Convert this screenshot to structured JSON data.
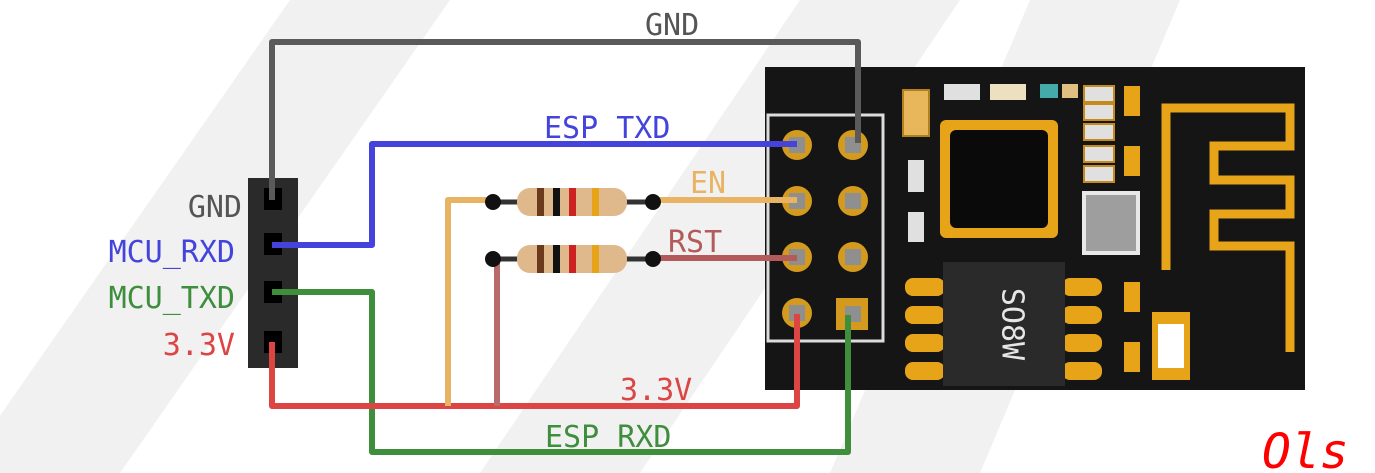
{
  "labels": {
    "gnd_top": "GND",
    "esp_txd": "ESP_TXD",
    "en": "EN",
    "rst": "RST",
    "v33_bottom": "3.3V",
    "esp_rxd": "ESP_RXD",
    "header_gnd": "GND",
    "header_mcu_rxd": "MCU_RXD",
    "header_mcu_txd": "MCU_TXD",
    "header_33v": "3.3V",
    "chip_marking": "SO8W",
    "handwriting": "Ols"
  },
  "colors": {
    "gnd": "#5a5a5a",
    "txd": "#4444dd",
    "rxd": "#3e8e3e",
    "vcc": "#dd4444",
    "en": "#e8b463",
    "rst": "#b35a5a",
    "board": "#151515",
    "antenna": "#e8a419",
    "handwriting": "#ff0000"
  }
}
